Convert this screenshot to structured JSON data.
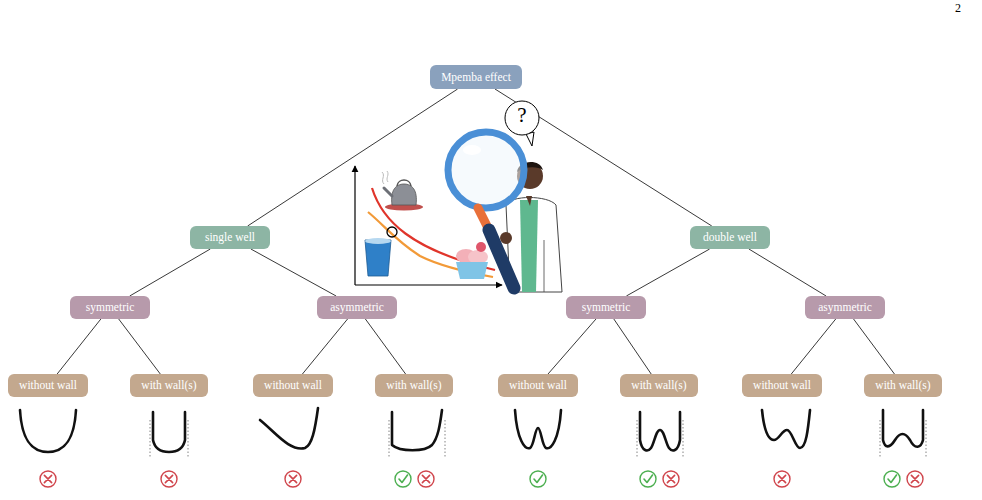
{
  "diagram": {
    "nodes": [
      {
        "text": [
          "Mpemba effect"
        ]
      },
      {
        "text": [
          "single well"
        ]
      },
      {
        "text": [
          "double well"
        ]
      },
      {
        "text": [
          "symmetric"
        ]
      },
      {
        "text": [
          "asymmetric"
        ]
      },
      {
        "text": [
          "symmetric"
        ]
      },
      {
        "text": [
          "asymmetric"
        ]
      },
      {
        "text": [
          "without wall"
        ]
      },
      {
        "text": [
          "with wall(s)"
        ]
      },
      {
        "text": [
          "without wall"
        ]
      },
      {
        "text": [
          "with wall(s)"
        ]
      },
      {
        "text": [
          "without wall"
        ]
      },
      {
        "text": [
          "with wall(s)"
        ]
      },
      {
        "text": [
          "without wall"
        ]
      },
      {
        "text": [
          "with wall(s)"
        ]
      }
    ],
    "edges": [
      {
        "from": 0,
        "to": 1,
        "arrow": "none"
      },
      {
        "from": 0,
        "to": 2,
        "arrow": "none"
      },
      {
        "from": 1,
        "to": 3,
        "arrow": "none"
      },
      {
        "from": 1,
        "to": 4,
        "arrow": "none"
      },
      {
        "from": 2,
        "to": 5,
        "arrow": "none"
      },
      {
        "from": 2,
        "to": 6,
        "arrow": "none"
      },
      {
        "from": 3,
        "to": 7,
        "arrow": "none"
      },
      {
        "from": 3,
        "to": 8,
        "arrow": "none"
      },
      {
        "from": 4,
        "to": 9,
        "arrow": "none"
      },
      {
        "from": 4,
        "to": 10,
        "arrow": "none"
      },
      {
        "from": 5,
        "to": 11,
        "arrow": "none"
      },
      {
        "from": 5,
        "to": 12,
        "arrow": "none"
      },
      {
        "from": 6,
        "to": 13,
        "arrow": "none"
      },
      {
        "from": 6,
        "to": 14,
        "arrow": "none"
      }
    ],
    "labels": [
      "2",
      "?"
    ]
  }
}
